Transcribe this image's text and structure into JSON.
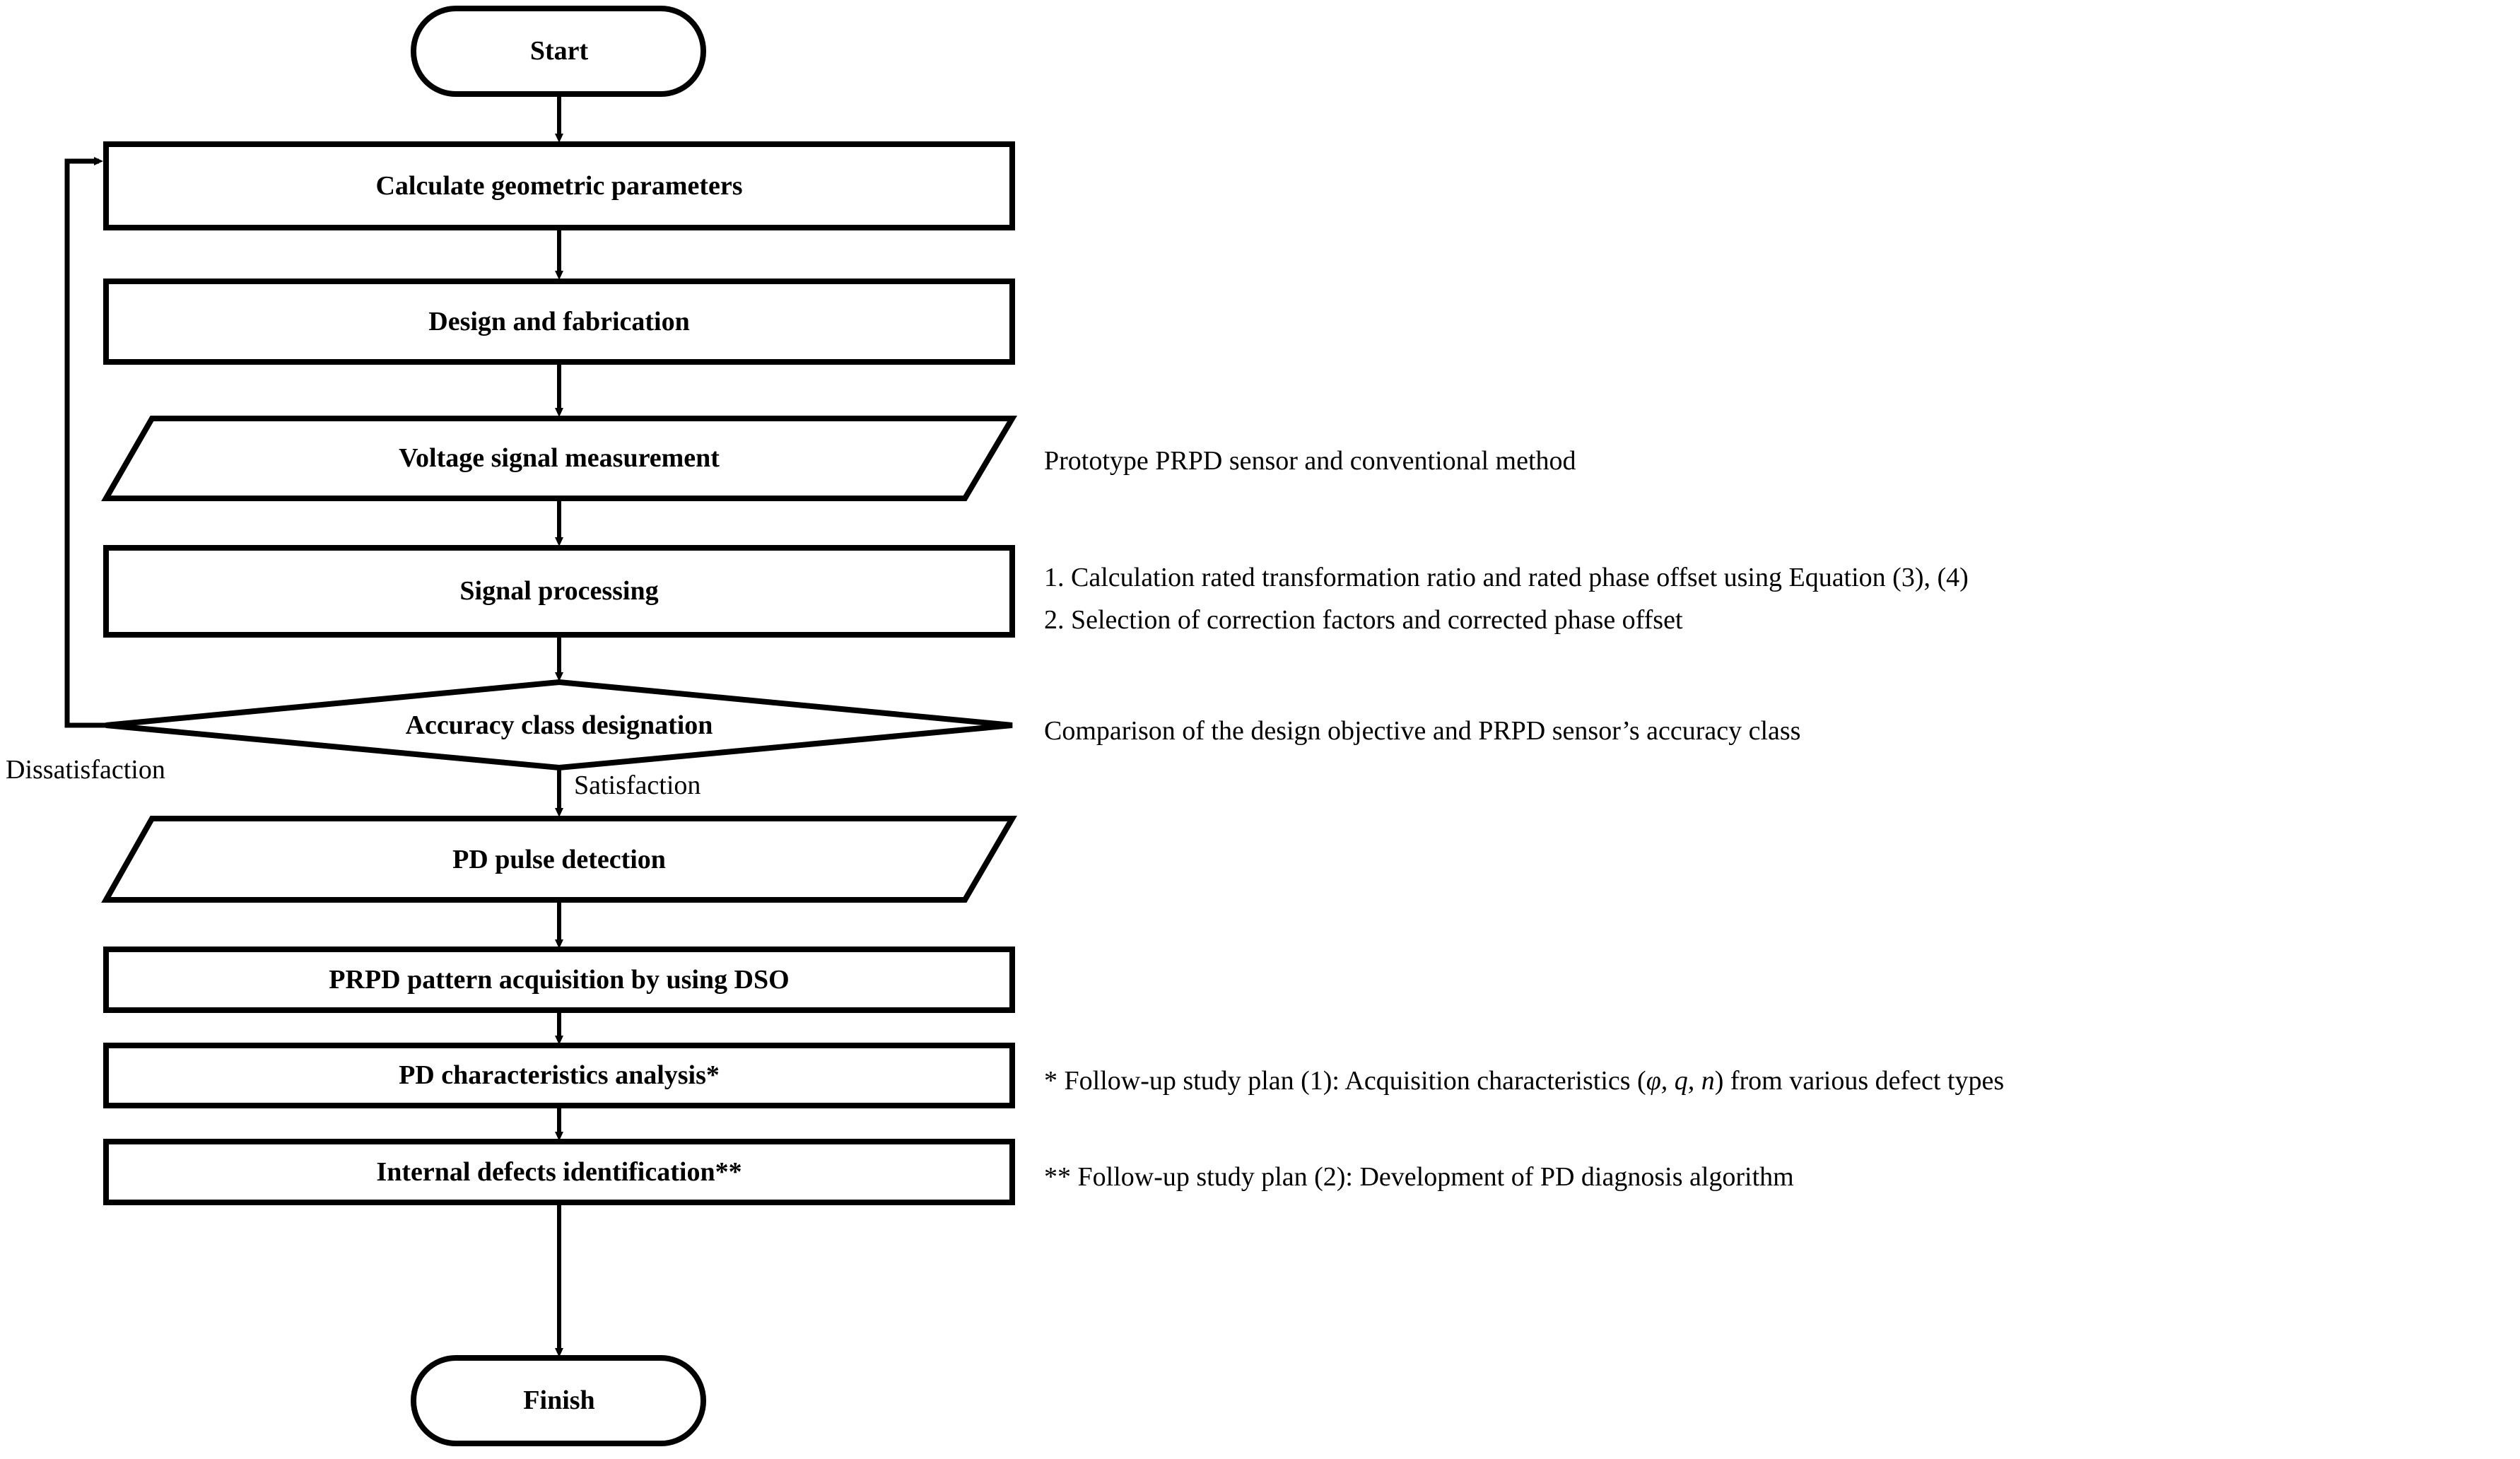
{
  "diagram": {
    "type": "flowchart",
    "title": "PRPD sensor design and PD diagnosis research flowchart",
    "orientation": "top-to-bottom",
    "stroke_color": "#000000",
    "fill_color": "#ffffff",
    "background_color": "#ffffff"
  },
  "nodes": [
    {
      "id": "start",
      "shape": "terminator",
      "label": "Start"
    },
    {
      "id": "geo",
      "shape": "process",
      "label": "Calculate geometric parameters"
    },
    {
      "id": "design",
      "shape": "process",
      "label": "Design and fabrication"
    },
    {
      "id": "voltage",
      "shape": "parallelogram",
      "label": "Voltage signal measurement"
    },
    {
      "id": "signal",
      "shape": "process",
      "label": "Signal processing"
    },
    {
      "id": "accuracy",
      "shape": "decision",
      "label": "Accuracy class designation"
    },
    {
      "id": "pdpulse",
      "shape": "parallelogram",
      "label": "PD pulse detection"
    },
    {
      "id": "prpd",
      "shape": "process",
      "label": "PRPD pattern acquisition by using DSO"
    },
    {
      "id": "pdchar",
      "shape": "process",
      "label": "PD characteristics analysis*"
    },
    {
      "id": "defects",
      "shape": "process",
      "label": "Internal defects identification**"
    },
    {
      "id": "finish",
      "shape": "terminator",
      "label": "Finish"
    }
  ],
  "edge_labels": {
    "dissatisfaction": "Dissatisfaction",
    "satisfaction": "Satisfaction"
  },
  "annotations": [
    {
      "id": "annot-voltage",
      "attached_to": "voltage",
      "lines": [
        "Prototype PRPD sensor and conventional method"
      ]
    },
    {
      "id": "annot-signal",
      "attached_to": "signal",
      "lines": [
        "1. Calculation rated transformation ratio and rated phase offset using Equation (3), (4)",
        "2. Selection of correction factors and corrected phase offset"
      ]
    },
    {
      "id": "annot-accuracy",
      "attached_to": "accuracy",
      "lines": [
        "Comparison of the design objective and PRPD sensor’s accuracy class"
      ]
    },
    {
      "id": "annot-pdchar",
      "attached_to": "pdchar",
      "prefix": "* Follow-up study plan (1): Acquisition characteristics (",
      "italic": "φ, q, n",
      "suffix": ") from various defect types"
    },
    {
      "id": "annot-defects",
      "attached_to": "defects",
      "lines": [
        "** Follow-up study plan (2): Development of PD diagnosis algorithm"
      ]
    }
  ]
}
